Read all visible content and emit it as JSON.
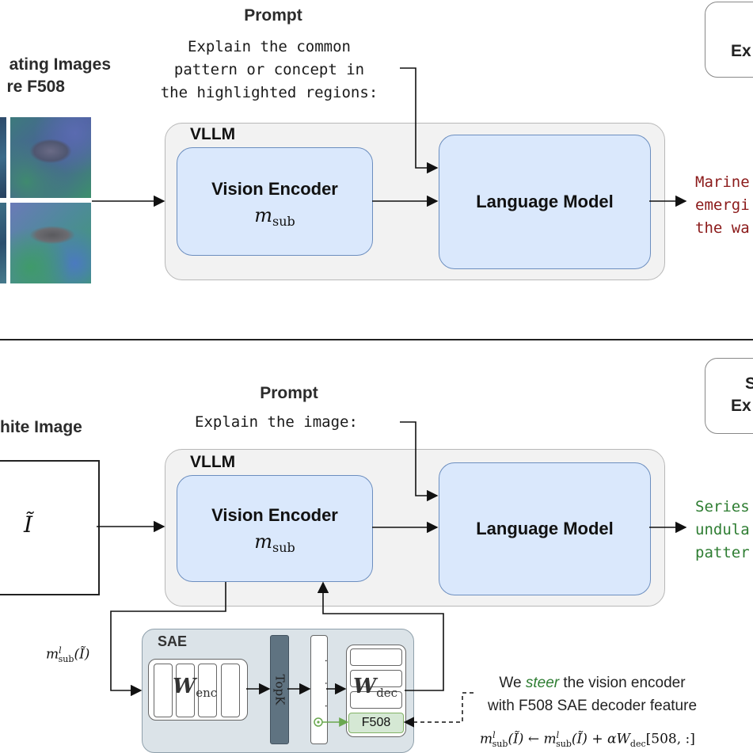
{
  "top": {
    "activating_label_line1": "ating Images",
    "activating_label_line2": "re F508",
    "prompt_title": "Prompt",
    "prompt_lines": [
      "Explain the common",
      "pattern or concept in",
      "the highlighted regions:"
    ],
    "vllm_label": "VLLM",
    "vision_encoder": "Vision Encoder",
    "m_sub": "m",
    "sub": "sub",
    "language_model": "Language Model",
    "output_lines": [
      "Marine",
      "emergi",
      "the wa"
    ],
    "expl_box_text": "Ex"
  },
  "bottom": {
    "white_image_label": "hite Image",
    "i_tilde": "Ĩ",
    "prompt_title": "Prompt",
    "prompt_line": "Explain the image:",
    "vllm_label": "VLLM",
    "vision_encoder": "Vision Encoder",
    "m_sub": "m",
    "sub": "sub",
    "language_model": "Language Model",
    "output_lines": [
      "Series",
      "undula",
      "patter"
    ],
    "expl_box_line1": "S",
    "expl_box_line2": "Ex",
    "activation_label": "mˡsub(Ĩ)",
    "sae_label": "SAE",
    "w_enc": "W",
    "enc": "enc",
    "topk": "TopK",
    "dots": "· · ·",
    "w_dec": "W",
    "dec": "dec",
    "f508": "F508",
    "steer_text_pre": "We ",
    "steer_text_em": "steer",
    "steer_text_post": " the vision encoder",
    "steer_line2": "with F508 SAE decoder feature",
    "equation": "mˡsub(Ĩ) ← mˡsub(Ĩ) + αW dec[508, :]"
  },
  "colors": {
    "red_output": "#8b1a1a",
    "green_output": "#2e7d32",
    "blue_fill": "#dae8fc",
    "blue_stroke": "#6c8ebf",
    "green_feature": "#d5e8d4",
    "green_stroke": "#82b366"
  }
}
